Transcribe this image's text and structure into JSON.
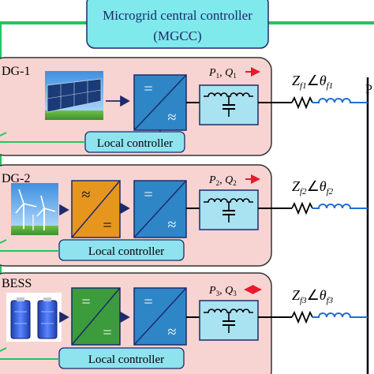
{
  "colors": {
    "green_bus": "#22c55e",
    "controller_fill": "#7fe9ec",
    "panel_fill": "#f7d4d2",
    "converter_blue": "#2f86c6",
    "converter_orange": "#e6961f",
    "converter_green": "#3c9b3c",
    "local_ctrl_fill": "#8fe3ef",
    "filter_fill": "#a9e2f1",
    "inductor_blue": "#1f6fd1",
    "arrow_red": "#e8192c"
  },
  "mgcc": {
    "line1": "Microgrid central controller",
    "line2": "(MGCC)"
  },
  "pcc_label": "P",
  "units": [
    {
      "label": "DG-1",
      "source_icon": "solar-panel-icon",
      "local_controller": "Local controller",
      "power_p": "P",
      "power_q": "Q",
      "power_sub": "1",
      "flow_direction": "outward",
      "impedance": {
        "z": "Z",
        "z_sub": "f1",
        "angle": "∠",
        "theta": "θ",
        "theta_sub": "f1"
      }
    },
    {
      "label": "DG-2",
      "source_icon": "wind-turbine-icon",
      "local_controller": "Local controller",
      "power_p": "P",
      "power_q": "Q",
      "power_sub": "2",
      "flow_direction": "outward",
      "impedance": {
        "z": "Z",
        "z_sub": "f2",
        "angle": "∠",
        "theta": "θ",
        "theta_sub": "f2"
      }
    },
    {
      "label": "BESS",
      "source_icon": "battery-icon",
      "local_controller": "Local controller",
      "power_p": "P",
      "power_q": "Q",
      "power_sub": "3",
      "flow_direction": "bidirectional",
      "impedance": {
        "z": "Z",
        "z_sub": "f3",
        "angle": "∠",
        "theta": "θ",
        "theta_sub": "f3"
      }
    }
  ],
  "converter_symbols": {
    "dc": "=",
    "ac": "≈"
  }
}
